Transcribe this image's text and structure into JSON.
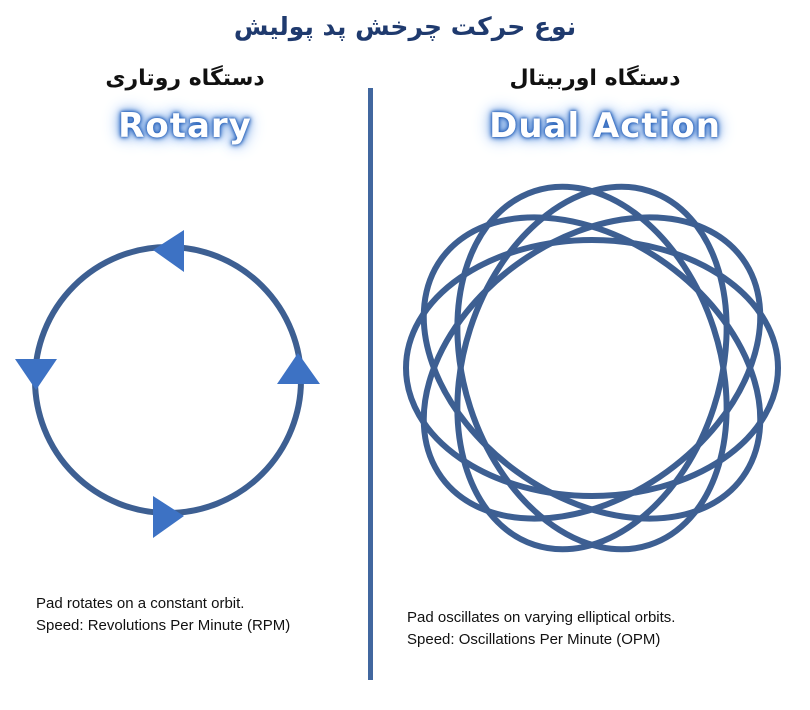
{
  "title": "نوع حرکت چرخش پد پولیش",
  "left_panel": {
    "persian_heading": "دستگاه روتاری",
    "english_heading": "Rotary",
    "caption_line1": "Pad rotates on a constant orbit.",
    "caption_line2": "Speed:  Revolutions Per Minute (RPM)"
  },
  "right_panel": {
    "persian_heading": "دستگاه اوربیتال",
    "english_heading": "Dual Action",
    "caption_line1": "Pad oscillates on varying elliptical orbits.",
    "caption_line2": "Speed:  Oscillations Per Minute (OPM)"
  },
  "colors": {
    "stroke": "#3d5f92",
    "arrow": "#3d72c4",
    "divider": "#41679f",
    "title": "#1f3a6e"
  }
}
